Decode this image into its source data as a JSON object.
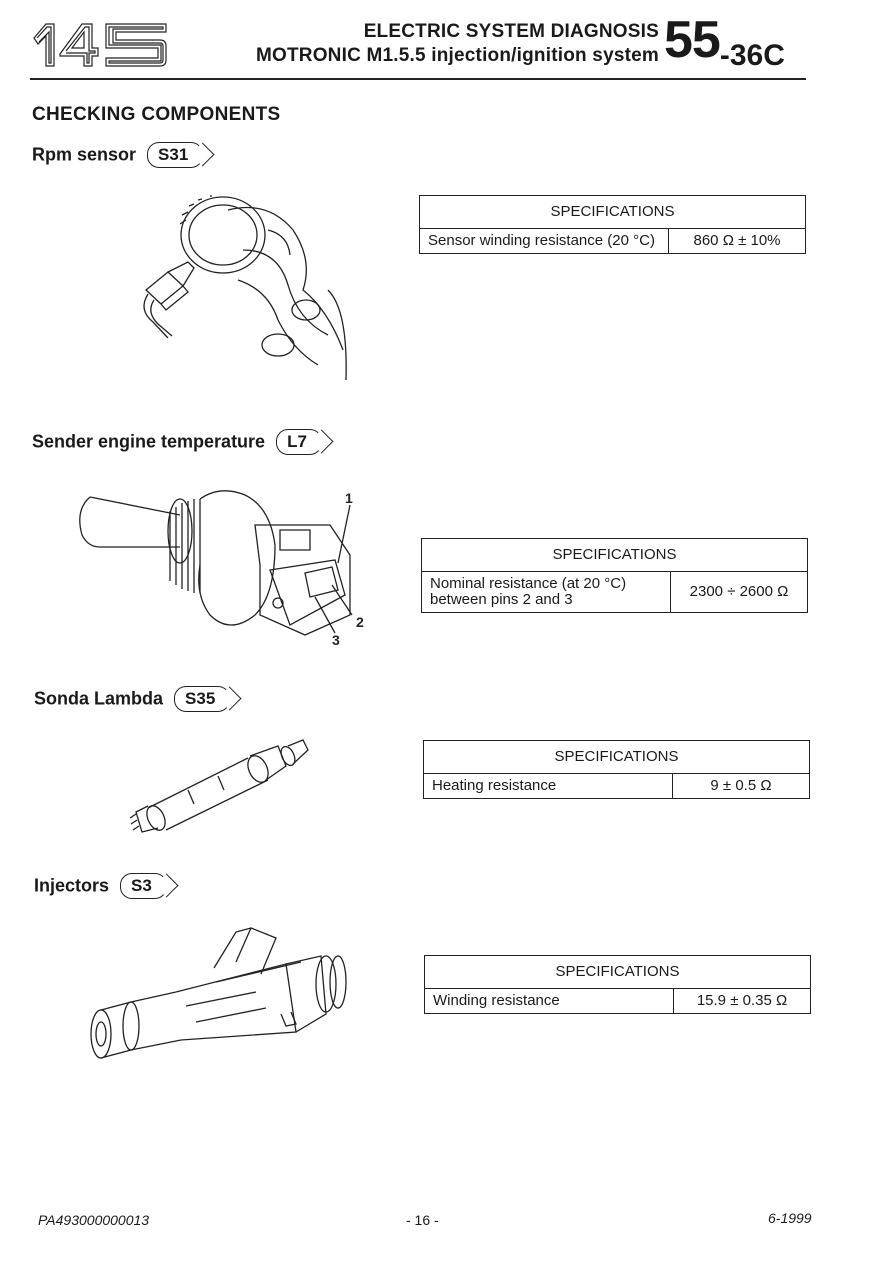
{
  "header": {
    "logo_text": "145",
    "title_line1": "ELECTRIC SYSTEM DIAGNOSIS",
    "title_line2": "MOTRONIC M1.5.5 injection/ignition system",
    "section_main": "55",
    "section_sub": "-36C"
  },
  "page_title": "CHECKING COMPONENTS",
  "components": [
    {
      "name": "Rpm sensor",
      "code": "S31",
      "spec_header": "SPECIFICATIONS",
      "spec_label": "Sensor winding resistance (20 °C)",
      "spec_value": "860 Ω ± 10%"
    },
    {
      "name": "Sender engine temperature",
      "code": "L7",
      "spec_header": "SPECIFICATIONS",
      "spec_label": "Nominal resistance (at 20 °C) between pins 2 and 3",
      "spec_value": "2300 ÷ 2600 Ω",
      "callouts": [
        "1",
        "2",
        "3"
      ]
    },
    {
      "name": "Sonda Lambda",
      "code": "S35",
      "spec_header": "SPECIFICATIONS",
      "spec_label": "Heating resistance",
      "spec_value": "9 ± 0.5 Ω"
    },
    {
      "name": "Injectors",
      "code": "S3",
      "spec_header": "SPECIFICATIONS",
      "spec_label": "Winding resistance",
      "spec_value": "15.9 ± 0.35 Ω"
    }
  ],
  "footer": {
    "code": "PA493000000013",
    "page": "- 16 -",
    "date": "6-1999"
  }
}
